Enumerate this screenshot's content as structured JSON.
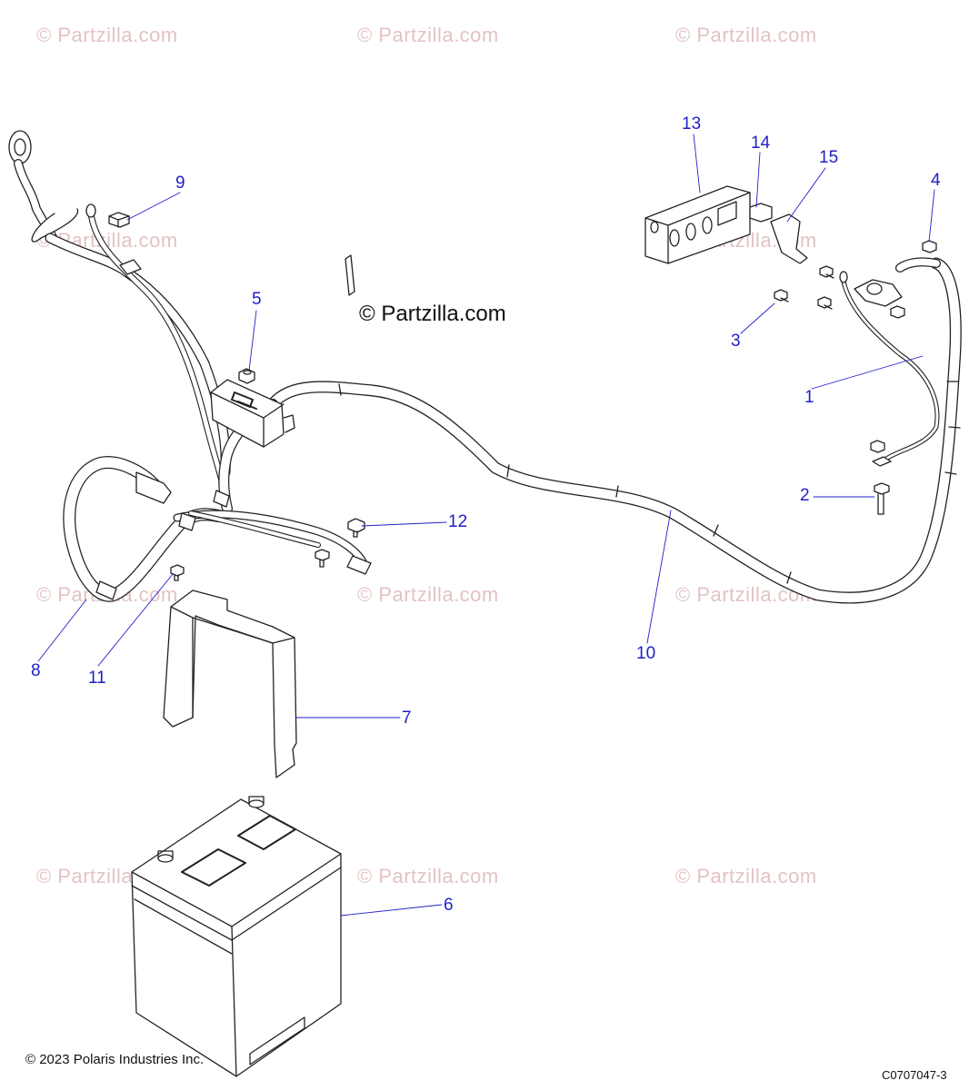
{
  "diagram": {
    "watermark_text": "© Partzilla.com",
    "center_watermark": "© Partzilla.com",
    "copyright": "© 2023 Polaris Industries Inc.",
    "drawing_code": "C0707047-3",
    "callouts": [
      {
        "id": "1",
        "label": "1"
      },
      {
        "id": "2",
        "label": "2"
      },
      {
        "id": "3",
        "label": "3"
      },
      {
        "id": "4",
        "label": "4"
      },
      {
        "id": "5",
        "label": "5"
      },
      {
        "id": "6",
        "label": "6"
      },
      {
        "id": "7",
        "label": "7"
      },
      {
        "id": "8",
        "label": "8"
      },
      {
        "id": "9",
        "label": "9"
      },
      {
        "id": "10",
        "label": "10"
      },
      {
        "id": "11",
        "label": "11"
      },
      {
        "id": "12",
        "label": "12"
      },
      {
        "id": "13",
        "label": "13"
      },
      {
        "id": "14",
        "label": "14"
      },
      {
        "id": "15",
        "label": "15"
      }
    ],
    "colors": {
      "callout": "#1f1fc8",
      "watermark": "#e3c3c3",
      "line": "#222222"
    }
  }
}
